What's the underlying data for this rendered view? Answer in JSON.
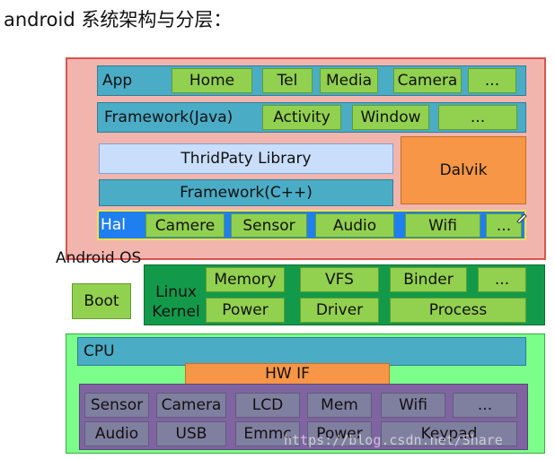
{
  "title": "android 系统架构与分层：",
  "android_os": {
    "label": "Android OS",
    "app": {
      "label": "App",
      "items": [
        "Home",
        "Tel",
        "Media",
        "Camera",
        "..."
      ]
    },
    "framework_java": {
      "label": "Framework(Java)",
      "items": [
        "Activity",
        "Window",
        "..."
      ]
    },
    "thirdparty": "ThridPaty Library",
    "framework_cpp": "Framework(C++)",
    "dalvik": "Dalvik",
    "hal": {
      "label": "Hal",
      "items": [
        "Camere",
        "Sensor",
        "Audio",
        "Wifi",
        "..."
      ]
    }
  },
  "boot": "Boot",
  "kernel": {
    "label_line1": "Linux",
    "label_line2": "Kernel",
    "row1": [
      "Memory",
      "VFS",
      "Binder",
      "..."
    ],
    "row2": [
      "Power",
      "Driver",
      "Process"
    ]
  },
  "hardware": {
    "cpu": "CPU",
    "hwif": "HW IF",
    "row1": [
      "Sensor",
      "Camera",
      "LCD",
      "Mem",
      "Wifi",
      "..."
    ],
    "row2": [
      "Audio",
      "USB",
      "Emmc",
      "Power",
      "Keypad"
    ]
  },
  "watermark": "https://blog.csdn.net/Share",
  "colors": {
    "android_os_bg": "#f2b5ad",
    "android_os_border": "#d9534f",
    "kernel_bg": "#129a4a",
    "hardware_bg": "#7cff8a",
    "hardware_inner": "#8064a2",
    "hal_bar": "#1f7ff0"
  }
}
